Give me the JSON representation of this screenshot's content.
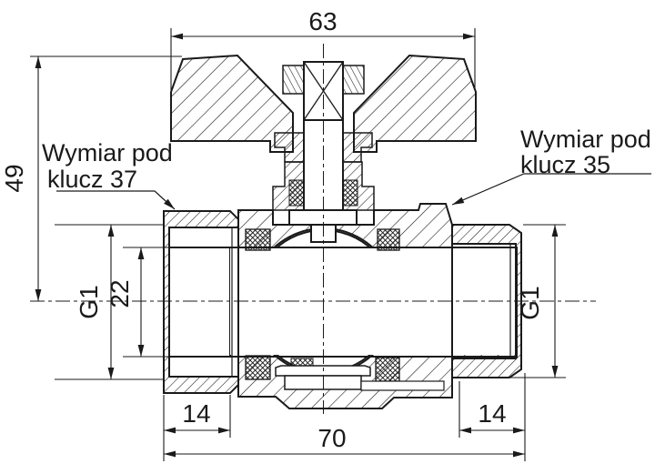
{
  "drawing": {
    "kind": "ball-valve cross-section with butterfly wing handle, dimensioned",
    "units_implied": "mm"
  },
  "dimensions": {
    "handle_span": "63",
    "overall_height": "49",
    "left_thread": "G1",
    "bore_diameter": "22",
    "left_thread_length": "14",
    "body_length": "70",
    "right_thread_length": "14",
    "right_thread": "G1"
  },
  "annotations": {
    "left_wrench": {
      "line1": "Wymiar pod",
      "line2": "klucz 37"
    },
    "right_wrench": {
      "line1": "Wymiar pod",
      "line2": "klucz 35"
    }
  },
  "colors": {
    "ink": "#1a1a1a",
    "paper": "#ffffff"
  }
}
